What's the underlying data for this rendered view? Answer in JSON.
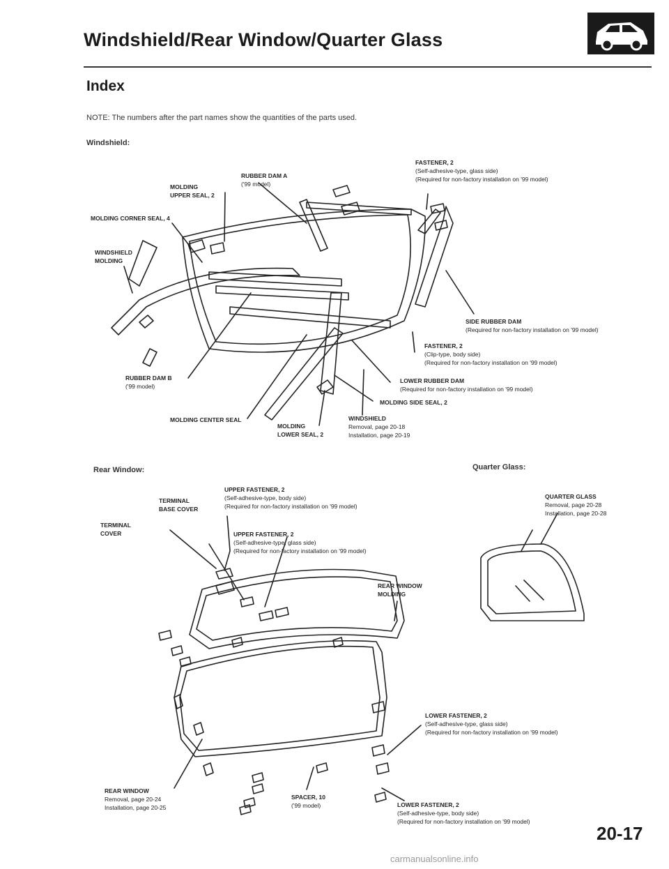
{
  "header": {
    "title": "Windshield/Rear Window/Quarter Glass",
    "icon": "car-body-icon"
  },
  "index_heading": "Index",
  "note": "NOTE: The numbers after the part names show the quantities of the parts used.",
  "windshield": {
    "heading": "Windshield:",
    "labels": {
      "fastener_upper": {
        "name": "FASTENER, 2",
        "desc1": "(Self-adhesive-type, glass side)",
        "desc2": "(Required for non-factory installation on '99 model)"
      },
      "rubber_dam_a": {
        "name": "RUBBER DAM A",
        "desc1": "('99 model)"
      },
      "molding_upper_seal": {
        "name": "MOLDING",
        "sub": "UPPER SEAL, 2"
      },
      "molding_corner_seal": {
        "name": "MOLDING CORNER SEAL, 4"
      },
      "windshield_molding": {
        "name1": "WINDSHIELD",
        "name2": "MOLDING"
      },
      "side_rubber_dam": {
        "name": "SIDE RUBBER DAM",
        "desc1": "(Required for non-factory installation on '99 model)"
      },
      "fastener_clip": {
        "name": "FASTENER, 2",
        "desc1": "(Clip-type, body side)",
        "desc2": "(Required for non-factory installation on '99 model)"
      },
      "rubber_dam_b": {
        "name": "RUBBER DAM B",
        "desc1": "('99 model)"
      },
      "lower_rubber_dam": {
        "name": "LOWER RUBBER DAM",
        "desc1": "(Required for non-factory installation on '99 model)"
      },
      "molding_side_seal": {
        "name": "MOLDING SIDE SEAL, 2"
      },
      "molding_center_seal": {
        "name": "MOLDING CENTER SEAL"
      },
      "molding_lower_seal": {
        "name": "MOLDING",
        "sub": "LOWER SEAL, 2"
      },
      "windshield": {
        "name": "WINDSHIELD",
        "desc1": "Removal, page 20-18",
        "desc2": "Installation, page 20-19"
      }
    }
  },
  "rear_window": {
    "heading": "Rear Window:",
    "labels": {
      "upper_fastener_body": {
        "name": "UPPER FASTENER, 2",
        "desc1": "(Self-adhesive-type, body side)",
        "desc2": "(Required for non-factory installation on '99 model)"
      },
      "terminal_base_cover": {
        "name1": "TERMINAL",
        "name2": "BASE COVER"
      },
      "terminal_cover": {
        "name1": "TERMINAL",
        "name2": "COVER"
      },
      "upper_fastener_glass": {
        "name": "UPPER FASTENER, 2",
        "desc1": "(Self-adhesive-type, glass side)",
        "desc2": "(Required for non-factory installation on '99 model)"
      },
      "rear_window_molding": {
        "name1": "REAR WINDOW",
        "name2": "MOLDING"
      },
      "lower_fastener_glass": {
        "name": "LOWER FASTENER, 2",
        "desc1": "(Self-adhesive-type, glass side)",
        "desc2": "(Required for non-factory installation on '99 model)"
      },
      "rear_window": {
        "name": "REAR WINDOW",
        "desc1": "Removal, page 20-24",
        "desc2": "Installation, page 20-25"
      },
      "spacer": {
        "name": "SPACER, 10",
        "desc1": "('99 model)"
      },
      "lower_fastener_body": {
        "name": "LOWER FASTENER, 2",
        "desc1": "(Self-adhesive-type, body side)",
        "desc2": "(Required for non-factory installation on '99 model)"
      }
    }
  },
  "quarter_glass": {
    "heading": "Quarter Glass:",
    "labels": {
      "quarter_glass": {
        "name": "QUARTER GLASS",
        "desc1": "Removal, page 20-28",
        "desc2": "Installation, page 20-28"
      }
    }
  },
  "page_number": "20-17",
  "watermark": "carmanualsonline.info"
}
